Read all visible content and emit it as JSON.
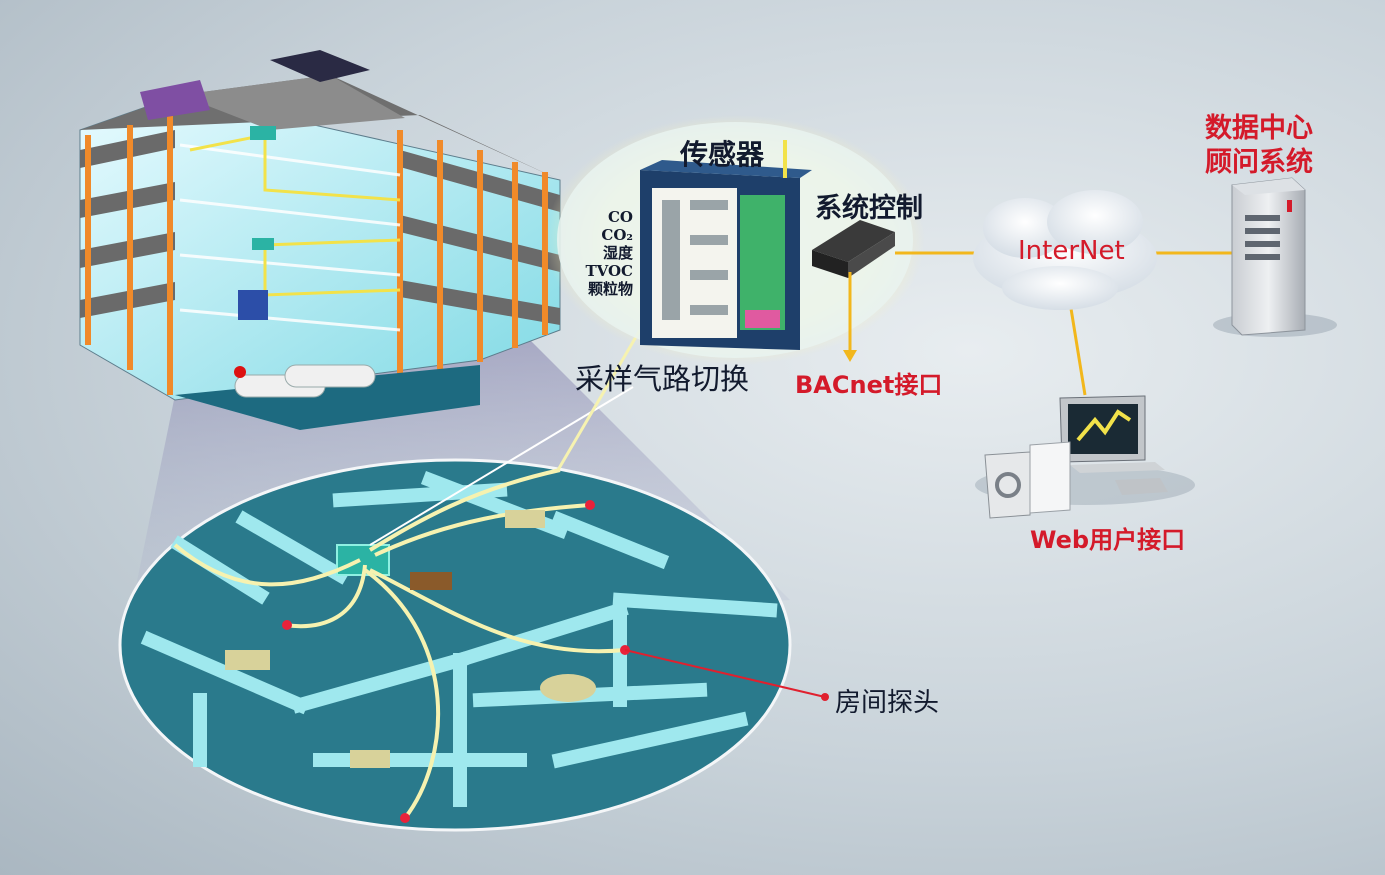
{
  "labels": {
    "sensor": "传感器",
    "system_control": "系统控制",
    "sampling_switch": "采样气路切换",
    "bacnet": "BACnet接口",
    "internet": "InterNet",
    "data_center_line1": "数据中心",
    "data_center_line2": "顾问系统",
    "web_interface": "Web用户接口",
    "room_probe": "房间探头"
  },
  "measurements": [
    "CO",
    "CO₂",
    "湿度",
    "TVOC",
    "颗粒物"
  ],
  "colors": {
    "link": "#f2b71c",
    "label_red": "#d41a2a",
    "floor": "#2a7a8c",
    "wall": "#9fe8ee",
    "building_column": "#f08a2a",
    "cabinet": "#1e3f6a"
  },
  "icons": [
    "building-icon",
    "sensor-cabinet-icon",
    "controller-icon",
    "cloud-icon",
    "server-icon",
    "workstation-icon",
    "floor-plan-icon",
    "room-probe-icon"
  ]
}
